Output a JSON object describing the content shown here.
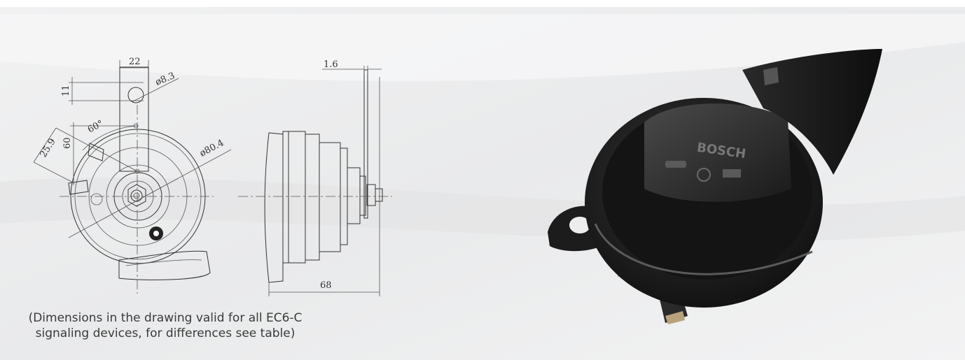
{
  "drawing": {
    "front_view": {
      "dim_width": "22",
      "dim_top": "11",
      "dim_hole_diameter": "ø8.3",
      "dim_angle": "60°",
      "dim_offset": "25.9",
      "dim_height": "60",
      "dim_body_diameter": "ø80.4"
    },
    "side_view": {
      "dim_thickness": "1.6",
      "dim_depth": "68"
    }
  },
  "caption": {
    "line1": "(Dimensions in the drawing valid for all EC6-C",
    "line2": "signaling devices, for differences see table)"
  },
  "product_photo": {
    "brand_marking": "BOSCH"
  },
  "colors": {
    "background": "#ededee",
    "line": "#333333",
    "caption_text": "#3a3a3a",
    "horn_body": "#1c1c1c"
  }
}
